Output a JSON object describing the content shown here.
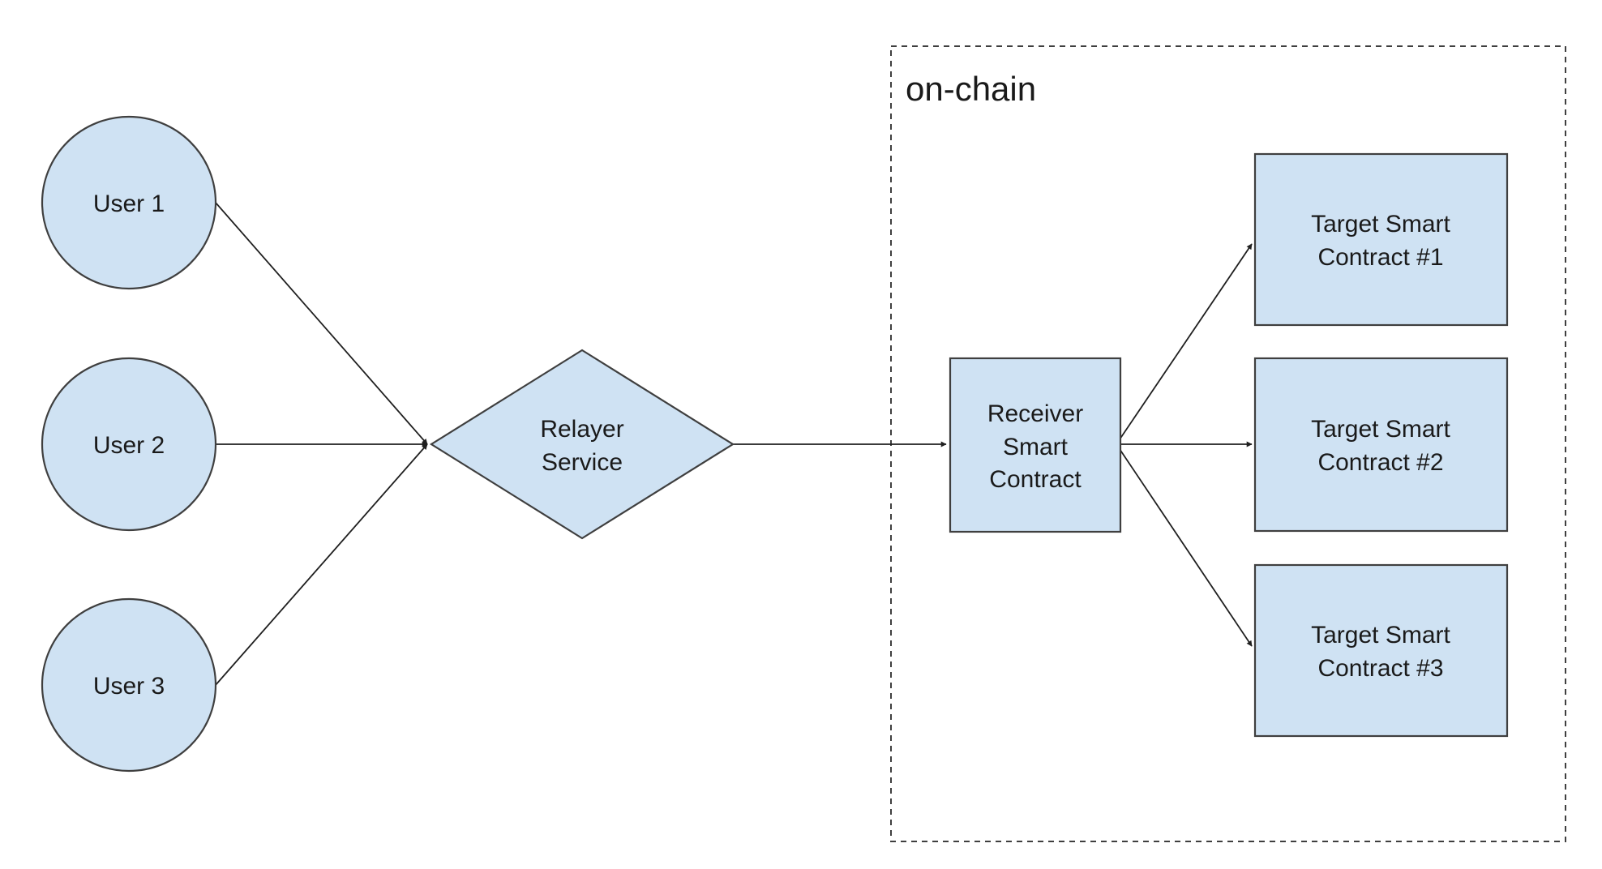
{
  "diagram": {
    "group": {
      "label": "on-chain"
    },
    "nodes": {
      "user1": {
        "label": "User 1"
      },
      "user2": {
        "label": "User 2"
      },
      "user3": {
        "label": "User 3"
      },
      "relayer": {
        "lines": [
          "Relayer",
          "Service"
        ]
      },
      "receiver": {
        "lines": [
          "Receiver",
          "Smart",
          "Contract"
        ]
      },
      "target1": {
        "lines": [
          "Target Smart",
          "Contract #1"
        ]
      },
      "target2": {
        "lines": [
          "Target Smart",
          "Contract #2"
        ]
      },
      "target3": {
        "lines": [
          "Target Smart",
          "Contract #3"
        ]
      }
    },
    "edges": [
      {
        "from": "User 1",
        "to": "Relayer Service"
      },
      {
        "from": "User 2",
        "to": "Relayer Service"
      },
      {
        "from": "User 3",
        "to": "Relayer Service"
      },
      {
        "from": "Relayer Service",
        "to": "Receiver Smart Contract"
      },
      {
        "from": "Receiver Smart Contract",
        "to": "Target Smart Contract #1"
      },
      {
        "from": "Receiver Smart Contract",
        "to": "Target Smart Contract #2"
      },
      {
        "from": "Receiver Smart Contract",
        "to": "Target Smart Contract #3"
      }
    ],
    "colors": {
      "node_fill": "#cfe2f3",
      "node_stroke": "#3f3f3f",
      "edge": "#1f1f1f"
    }
  }
}
